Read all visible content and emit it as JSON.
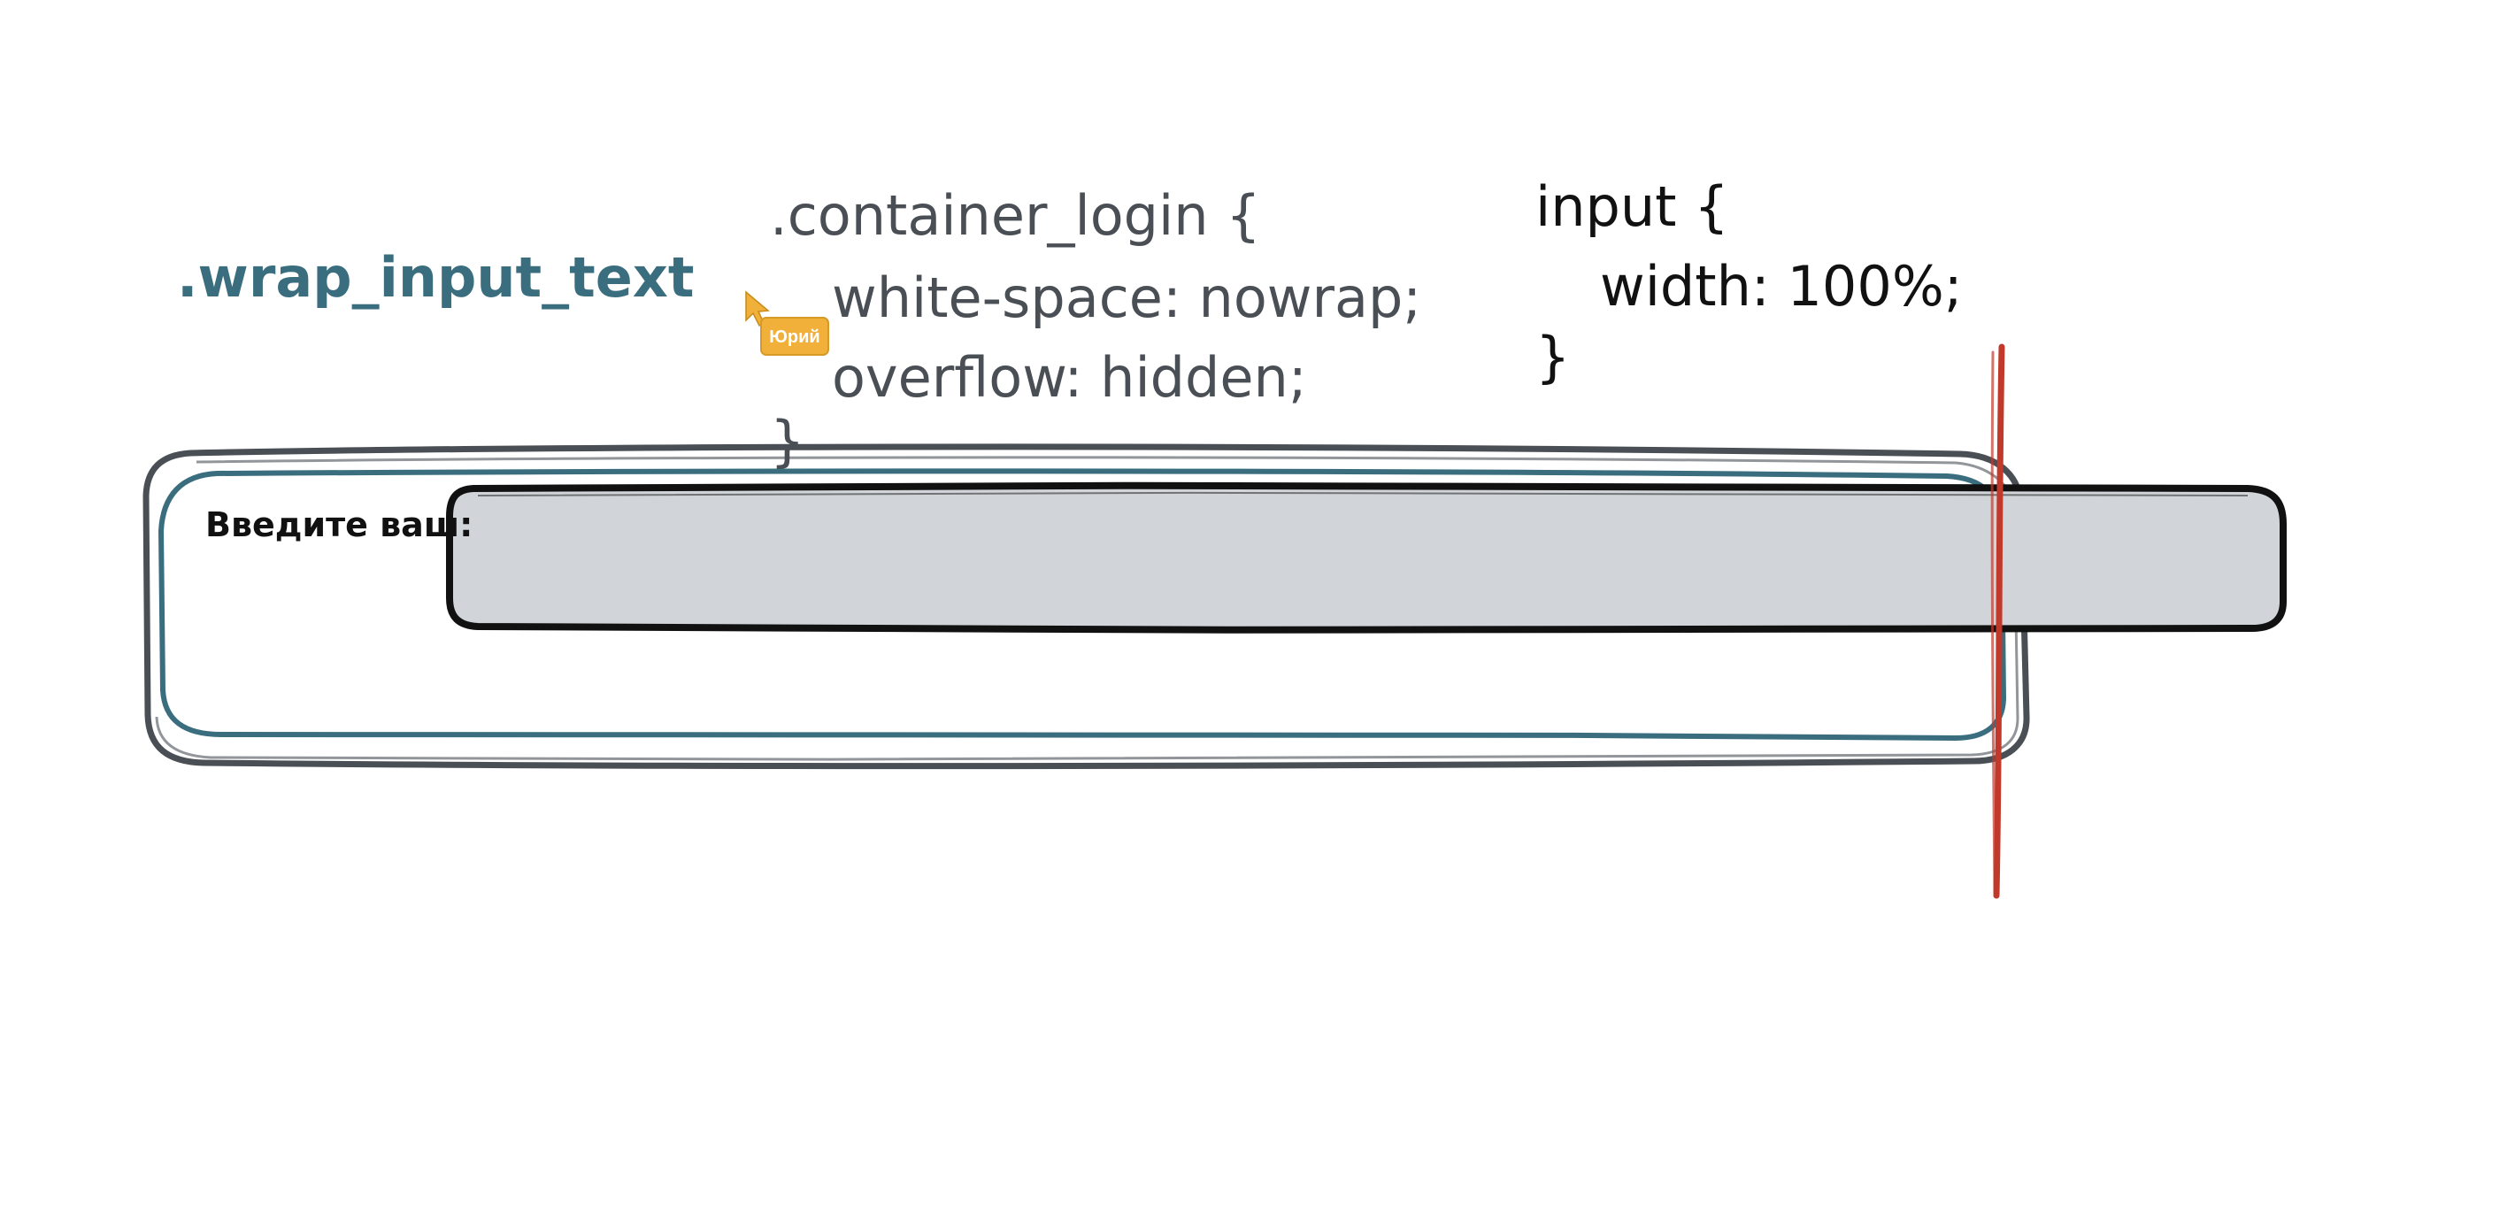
{
  "colors": {
    "teal": "#3a6e7f",
    "gray": "#4a4f55",
    "black": "#111111",
    "red": "#c0392b",
    "input_fill": "#d1d5d9",
    "cursor_orange": "#f0b03a"
  },
  "wrap_label": ".wrap_input_text",
  "container_css": {
    "line1": ".container_login {",
    "line2": "white-space: nowrap;",
    "line3": "overflow: hidden;",
    "line4": "}"
  },
  "input_css": {
    "line1": "input {",
    "line2": "width: 100%;",
    "line3": "}"
  },
  "form": {
    "label": "Введите ваш:"
  },
  "cursor": {
    "icon": "pointer-arrow-icon",
    "user": "Юрий"
  }
}
